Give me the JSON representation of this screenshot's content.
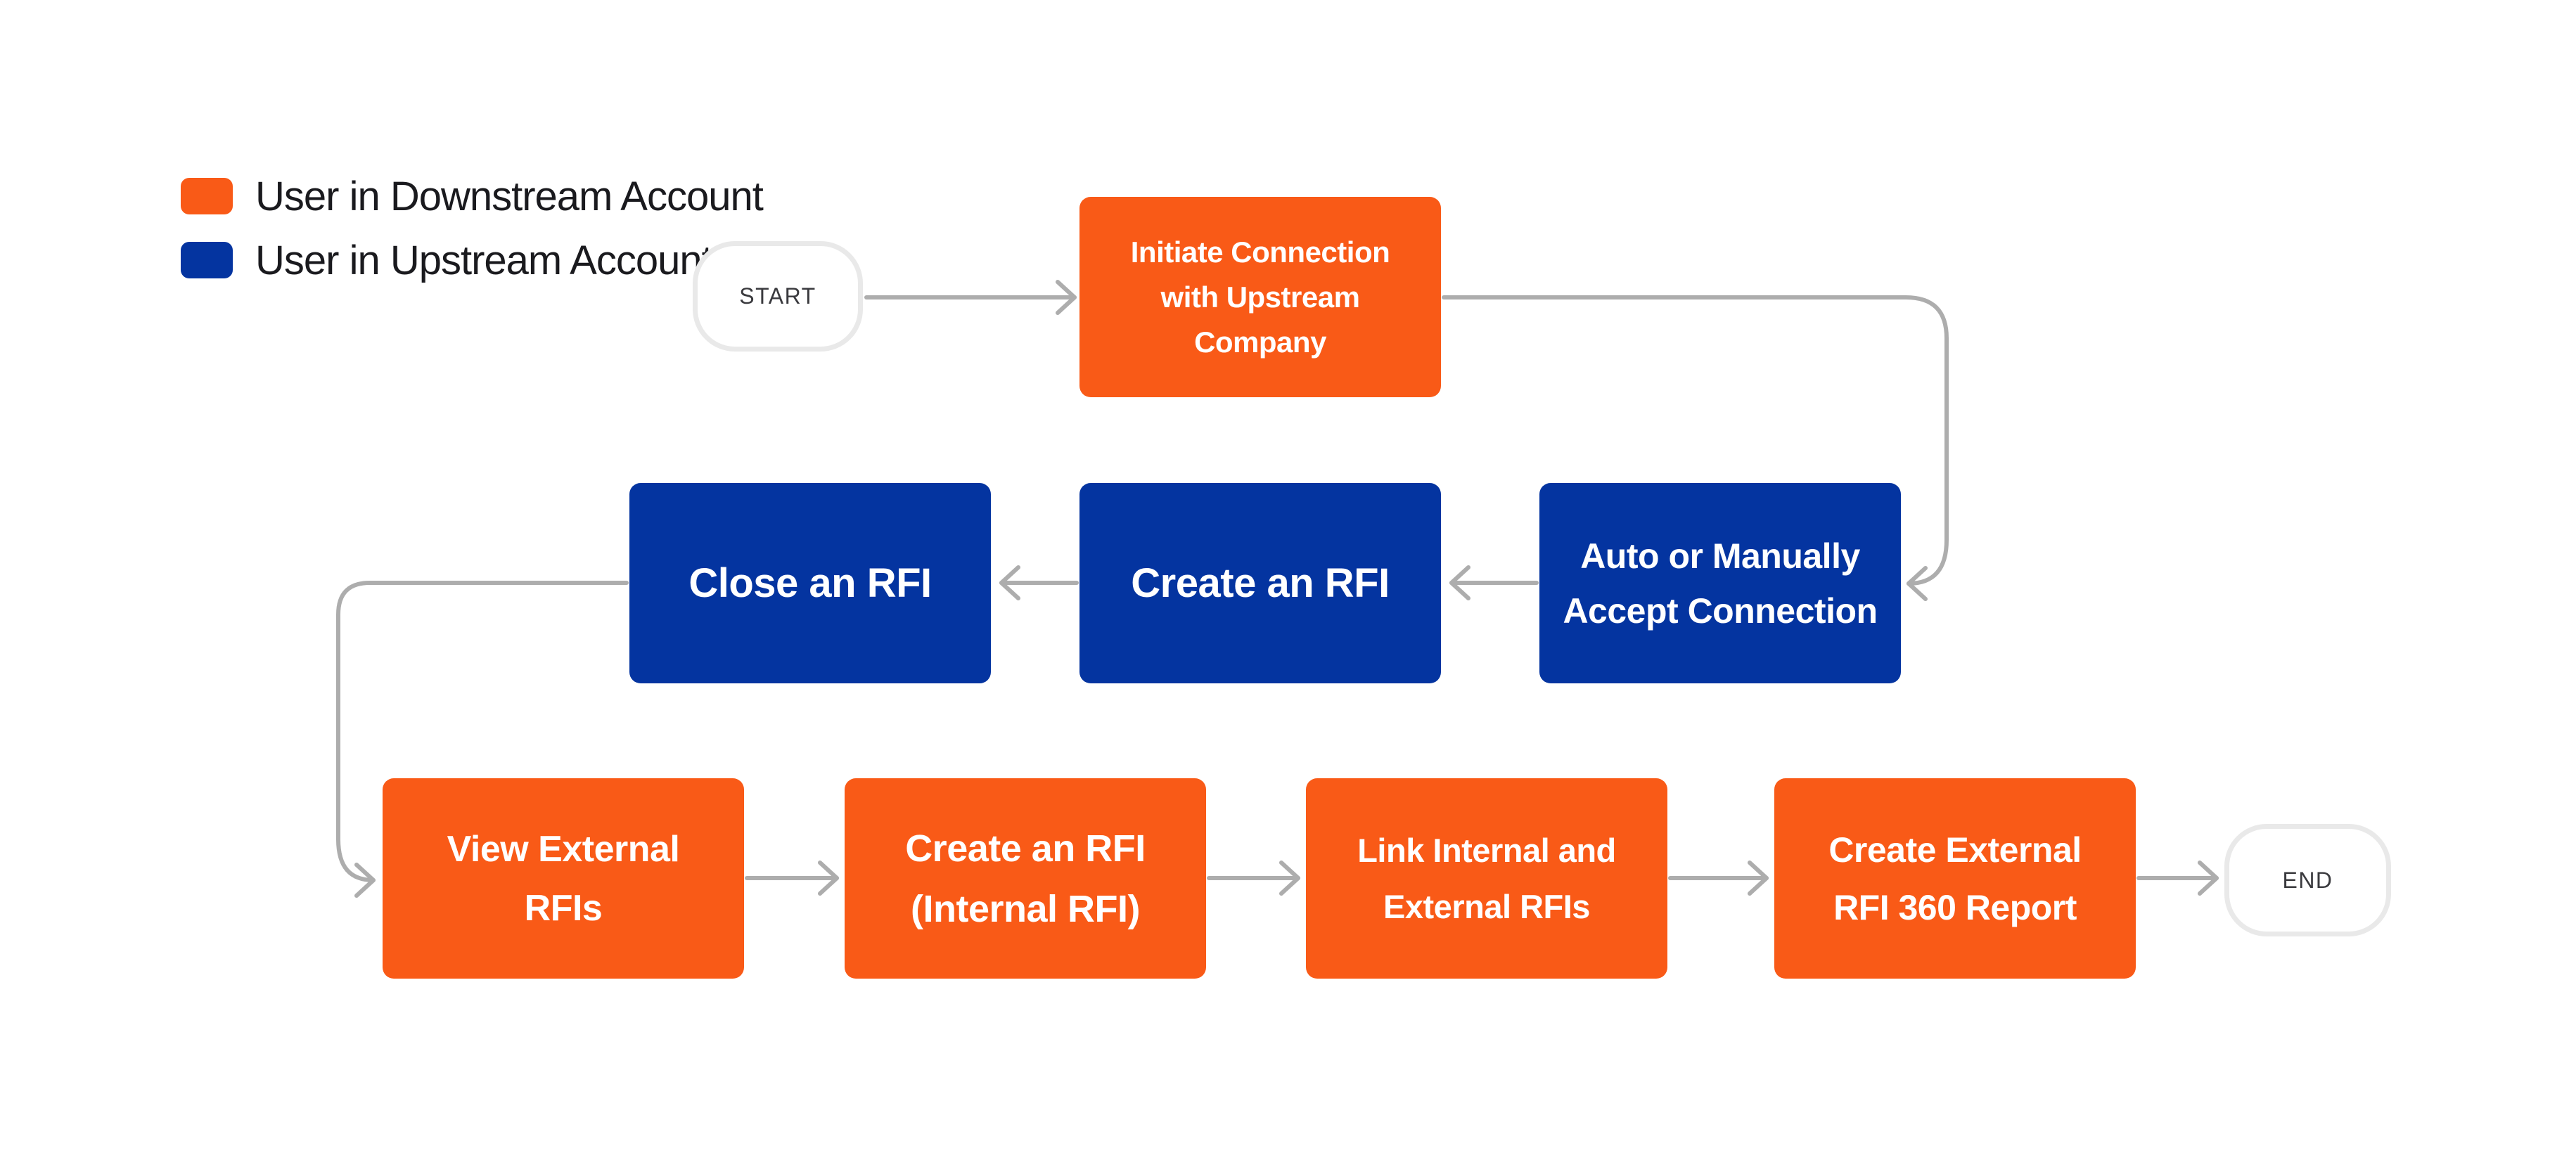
{
  "diagram": {
    "legend": {
      "downstream_label": "User in Downstream Account",
      "upstream_label": "User in Upstream Account"
    },
    "terminals": {
      "start_label": "START",
      "end_label": "END"
    },
    "nodes": {
      "initiate_connection": {
        "label": "Initiate Connection\nwith Upstream\nCompany",
        "actor": "downstream"
      },
      "accept_connection": {
        "label": "Auto or Manually\nAccept Connection",
        "actor": "upstream"
      },
      "create_rfi": {
        "label": "Create an RFI",
        "actor": "upstream"
      },
      "close_rfi": {
        "label": "Close an RFI",
        "actor": "upstream"
      },
      "view_external_rfis": {
        "label": "View External\nRFIs",
        "actor": "downstream"
      },
      "create_internal_rfi": {
        "label": "Create an RFI\n(Internal RFI)",
        "actor": "downstream"
      },
      "link_rfis": {
        "label": "Link Internal and\nExternal RFIs",
        "actor": "downstream"
      },
      "create_360_report": {
        "label": "Create External\nRFI 360 Report",
        "actor": "downstream"
      }
    },
    "colors": {
      "downstream": "#F95A17",
      "upstream": "#0434A0",
      "connector": "#ADADAD"
    }
  }
}
